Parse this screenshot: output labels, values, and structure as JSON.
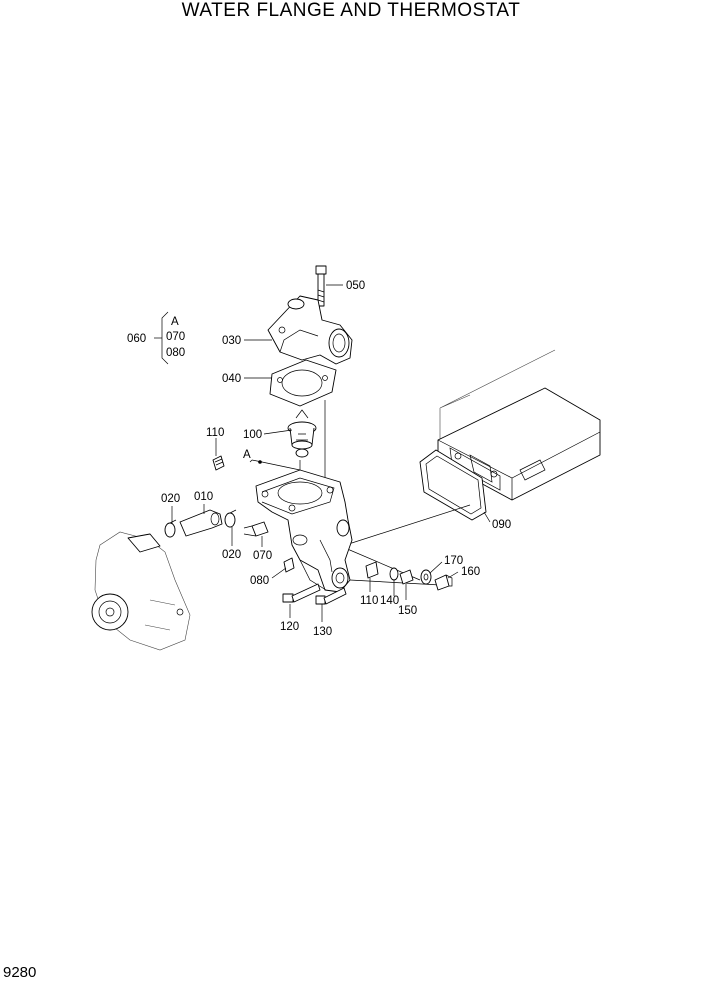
{
  "title": "WATER FLANGE AND THERMOSTAT",
  "page_number": "9280",
  "callouts": {
    "p050": "050",
    "p030": "030",
    "p040": "040",
    "p060": "060",
    "refA_box": "A",
    "p070_box": "070",
    "p080_box": "080",
    "p110_top": "110",
    "p100": "100",
    "refA_body": "A",
    "p020_top": "020",
    "p010": "010",
    "p020_bottom": "020",
    "p070": "070",
    "p080": "080",
    "p090": "090",
    "p170": "170",
    "p160": "160",
    "p110_bottom": "110",
    "p140": "140",
    "p150": "150",
    "p120": "120",
    "p130": "130"
  }
}
